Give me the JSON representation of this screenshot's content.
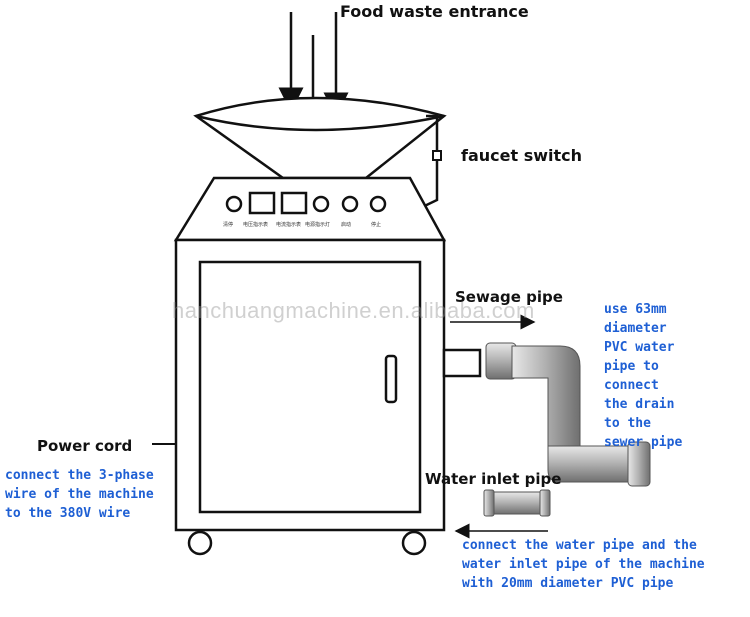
{
  "labels": {
    "food_waste_entrance": "Food waste entrance",
    "faucet_switch": "faucet switch",
    "sewage_pipe": "Sewage pipe",
    "power_cord": "Power cord",
    "water_inlet_pipe": "Water inlet pipe"
  },
  "notes": {
    "sewer_pipe_note": [
      "use 63mm",
      "diameter",
      "PVC water",
      "pipe to",
      "connect",
      "the drain",
      "to the",
      "sewer pipe"
    ],
    "power_note": [
      "connect the 3-phase",
      "wire of the machine",
      "to the 380V wire"
    ],
    "water_note": [
      "connect the water pipe and the",
      "water inlet pipe of the machine",
      "with 20mm diameter PVC pipe"
    ]
  },
  "panel_labels": [
    "清停",
    "电压指示表",
    "电流指示表",
    "电源指示灯",
    "启动",
    "停止"
  ],
  "watermark": "hanchuangmachine.en.alibaba.com",
  "colors": {
    "note_blue": "#1e5fd4",
    "line": "#111111",
    "pipe": "#9a9a9a"
  }
}
